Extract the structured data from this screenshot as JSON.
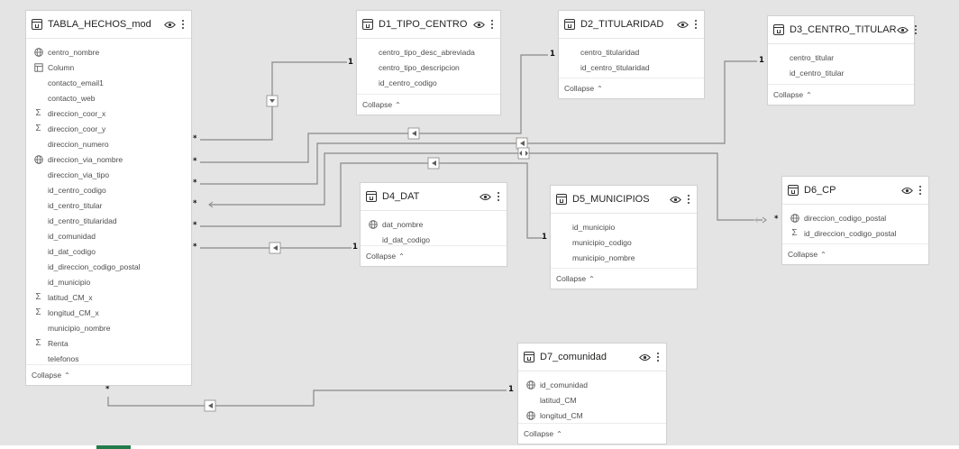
{
  "tables": {
    "hechos": {
      "title": "TABLA_HECHOS_mod",
      "collapse": "Collapse",
      "fields": [
        {
          "name": "centro_nombre",
          "icon": "globe"
        },
        {
          "name": "Column",
          "icon": "calc"
        },
        {
          "name": "contacto_email1",
          "icon": ""
        },
        {
          "name": "contacto_web",
          "icon": ""
        },
        {
          "name": "direccion_coor_x",
          "icon": "sigma"
        },
        {
          "name": "direccion_coor_y",
          "icon": "sigma"
        },
        {
          "name": "direccion_numero",
          "icon": ""
        },
        {
          "name": "direccion_via_nombre",
          "icon": "globe"
        },
        {
          "name": "direccion_via_tipo",
          "icon": ""
        },
        {
          "name": "id_centro_codigo",
          "icon": ""
        },
        {
          "name": "id_centro_titular",
          "icon": ""
        },
        {
          "name": "id_centro_titularidad",
          "icon": ""
        },
        {
          "name": "id_comunidad",
          "icon": ""
        },
        {
          "name": "id_dat_codigo",
          "icon": ""
        },
        {
          "name": "id_direccion_codigo_postal",
          "icon": ""
        },
        {
          "name": "id_municipio",
          "icon": ""
        },
        {
          "name": "latitud_CM_x",
          "icon": "sigma"
        },
        {
          "name": "longitud_CM_x",
          "icon": "sigma"
        },
        {
          "name": "municipio_nombre",
          "icon": ""
        },
        {
          "name": "Renta",
          "icon": "sigma"
        },
        {
          "name": "telefonos",
          "icon": ""
        }
      ]
    },
    "d1": {
      "title": "D1_TIPO_CENTRO",
      "collapse": "Collapse",
      "fields": [
        {
          "name": "centro_tipo_desc_abreviada",
          "icon": ""
        },
        {
          "name": "centro_tipo_descripcion",
          "icon": ""
        },
        {
          "name": "id_centro_codigo",
          "icon": ""
        }
      ]
    },
    "d2": {
      "title": "D2_TITULARIDAD",
      "collapse": "Collapse",
      "fields": [
        {
          "name": "centro_titularidad",
          "icon": ""
        },
        {
          "name": "id_centro_titularidad",
          "icon": ""
        }
      ]
    },
    "d3": {
      "title": "D3_CENTRO_TITULAR",
      "collapse": "Collapse",
      "fields": [
        {
          "name": "centro_titular",
          "icon": ""
        },
        {
          "name": "id_centro_titular",
          "icon": ""
        }
      ]
    },
    "d4": {
      "title": "D4_DAT",
      "collapse": "Collapse",
      "fields": [
        {
          "name": "dat_nombre",
          "icon": "globe"
        },
        {
          "name": "id_dat_codigo",
          "icon": ""
        }
      ]
    },
    "d5": {
      "title": "D5_MUNICIPIOS",
      "collapse": "Collapse",
      "fields": [
        {
          "name": "id_municipio",
          "icon": ""
        },
        {
          "name": "municipio_codigo",
          "icon": ""
        },
        {
          "name": "municipio_nombre",
          "icon": ""
        }
      ]
    },
    "d6": {
      "title": "D6_CP",
      "collapse": "Collapse",
      "fields": [
        {
          "name": "direccion_codigo_postal",
          "icon": "globe"
        },
        {
          "name": "id_direccion_codigo_postal",
          "icon": "sigma"
        }
      ]
    },
    "d7": {
      "title": "D7_comunidad",
      "collapse": "Collapse",
      "fields": [
        {
          "name": "id_comunidad",
          "icon": "globe"
        },
        {
          "name": "latitud_CM",
          "icon": ""
        },
        {
          "name": "longitud_CM",
          "icon": "globe"
        }
      ]
    }
  },
  "cardinality": {
    "one": "1",
    "many": "*"
  },
  "colors": {
    "line": "#8a8886",
    "accent": "#237b4b",
    "canvas": "#e4e4e4"
  }
}
